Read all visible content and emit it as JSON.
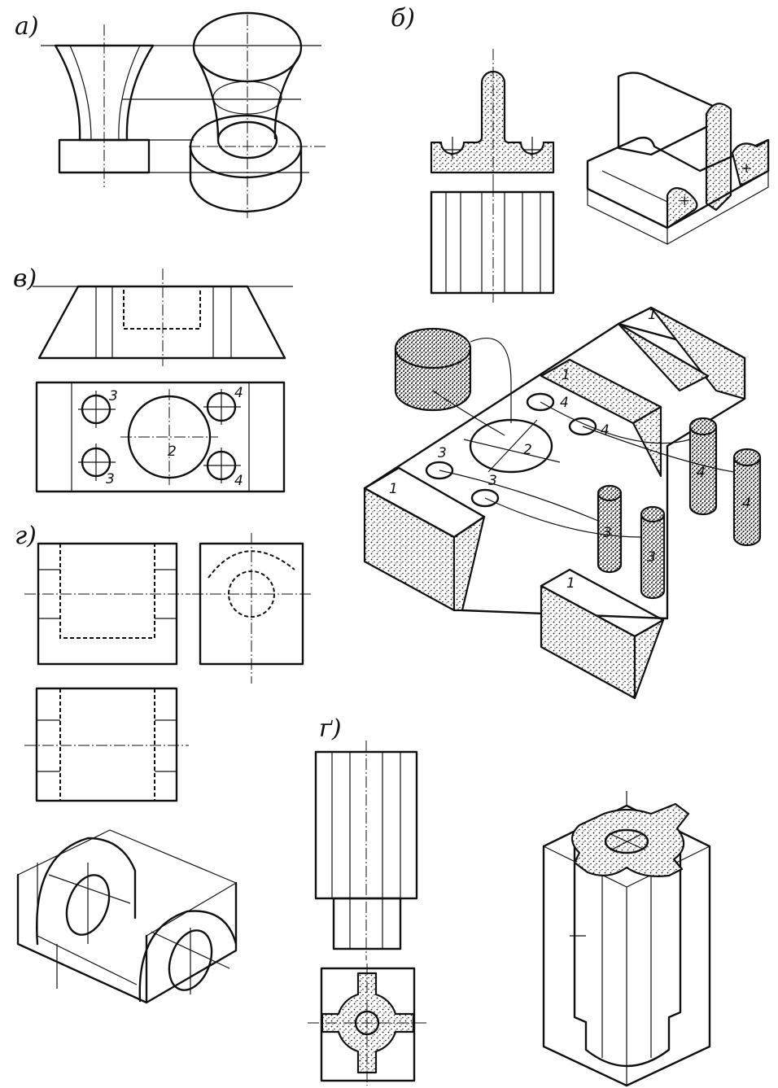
{
  "panels": {
    "a": {
      "label": "а)"
    },
    "b": {
      "label": "б)"
    },
    "v": {
      "label": "в)"
    },
    "g": {
      "label": "г)"
    },
    "d": {
      "label": "ґ)"
    }
  },
  "numbers": {
    "one": "1",
    "two": "2",
    "three": "3",
    "four": "4"
  },
  "colors": {
    "ink": "#111111",
    "paper": "#ffffff"
  }
}
